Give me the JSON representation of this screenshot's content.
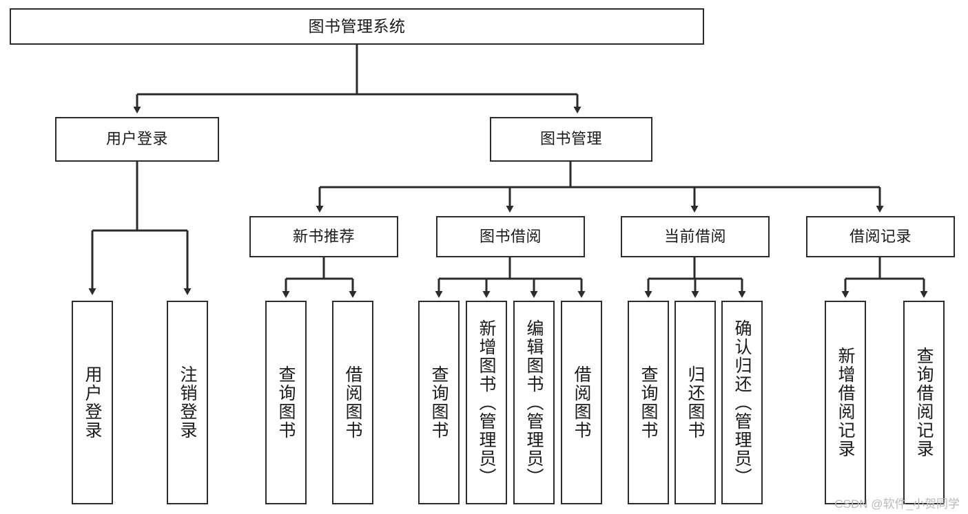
{
  "diagram": {
    "title": "图书管理系统",
    "type": "hierarchy-tree",
    "watermark": "CSDN @软件_小贺同学",
    "colors": {
      "box_border": "#2b2b2b",
      "box_fill": "#ffffff",
      "edge": "#2b2b2b",
      "text": "#1a1a1a",
      "watermark": "#b9b9b9",
      "background": "#ffffff"
    },
    "nodes": {
      "root": {
        "label": "图书管理系统"
      },
      "level1": [
        {
          "id": "user-login",
          "label": "用户登录"
        },
        {
          "id": "book-manage",
          "label": "图书管理"
        }
      ],
      "level2": [
        {
          "id": "new-book-recommend",
          "label": "新书推荐"
        },
        {
          "id": "book-borrow",
          "label": "图书借阅"
        },
        {
          "id": "current-borrow",
          "label": "当前借阅"
        },
        {
          "id": "borrow-record",
          "label": "借阅记录"
        }
      ],
      "leaves": {
        "user_login": [
          {
            "id": "leaf-user-login",
            "label": "用户登录"
          },
          {
            "id": "leaf-logout",
            "label": "注销登录"
          }
        ],
        "new_book_recommend": [
          {
            "id": "leaf-query-book-1",
            "label": "查询图书"
          },
          {
            "id": "leaf-borrow-book-1",
            "label": "借阅图书"
          }
        ],
        "book_borrow": [
          {
            "id": "leaf-query-book-2",
            "label": "查询图书"
          },
          {
            "id": "leaf-add-book",
            "label": "新增图书（管理员）"
          },
          {
            "id": "leaf-edit-book",
            "label": "编辑图书（管理员）"
          },
          {
            "id": "leaf-borrow-book-2",
            "label": "借阅图书"
          }
        ],
        "current_borrow": [
          {
            "id": "leaf-query-book-3",
            "label": "查询图书"
          },
          {
            "id": "leaf-return-book",
            "label": "归还图书"
          },
          {
            "id": "leaf-confirm-return",
            "label": "确认归还（管理员）"
          }
        ],
        "borrow_record": [
          {
            "id": "leaf-add-record",
            "label": "新增借阅记录"
          },
          {
            "id": "leaf-query-record",
            "label": "查询借阅记录"
          }
        ]
      }
    }
  }
}
